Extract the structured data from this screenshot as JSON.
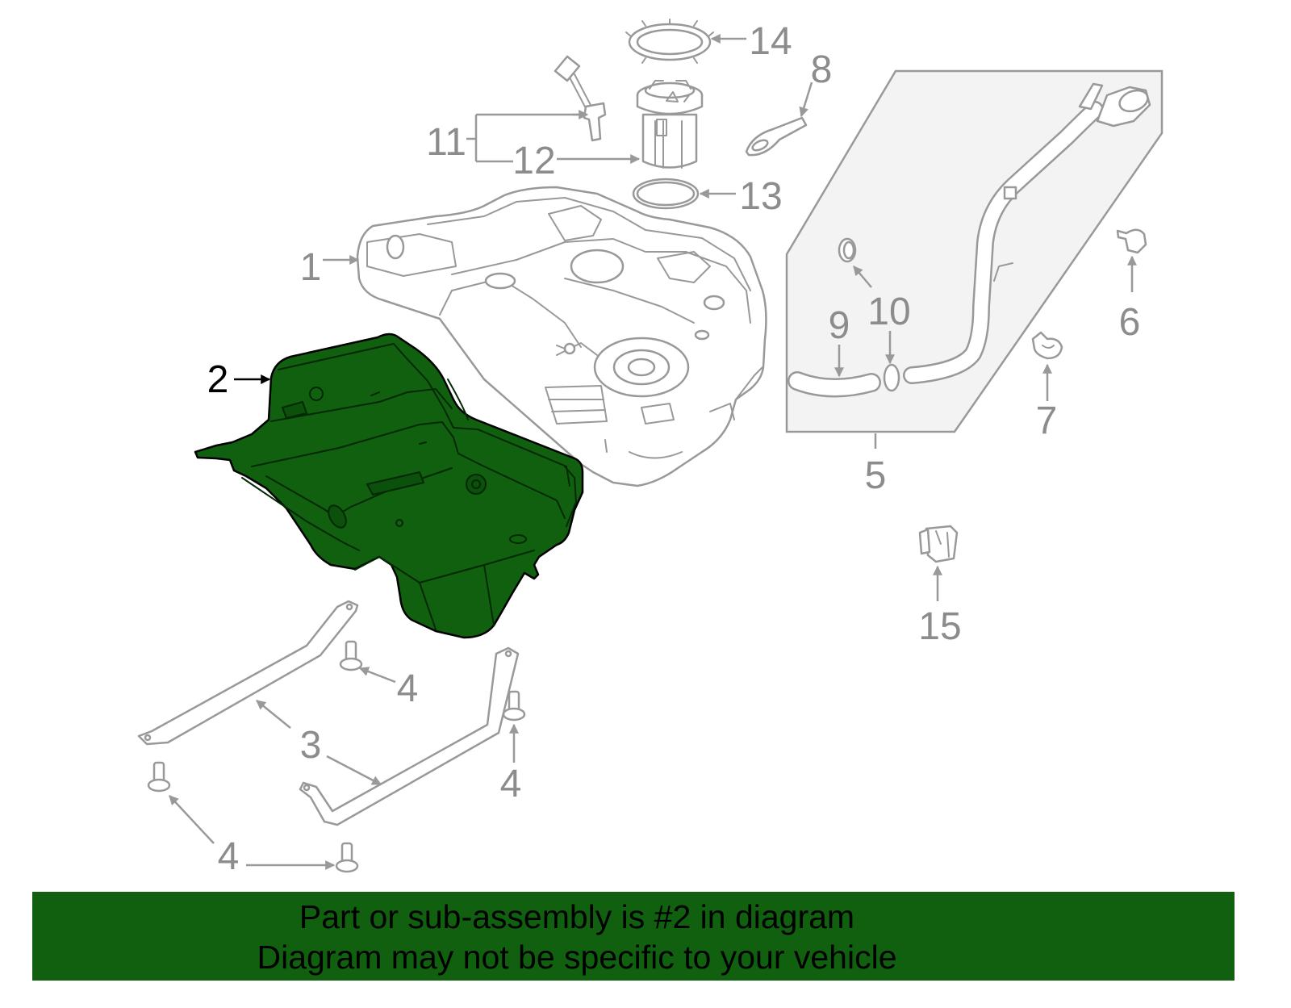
{
  "diagram": {
    "callouts": {
      "part_1": "1",
      "part_2": "2",
      "part_3": "3",
      "part_4_a": "4",
      "part_4_b": "4",
      "part_4_c": "4",
      "part_5": "5",
      "part_6": "6",
      "part_7": "7",
      "part_8": "8",
      "part_9": "9",
      "part_10": "10",
      "part_11": "11",
      "part_12": "12",
      "part_13": "13",
      "part_14": "14",
      "part_15": "15"
    }
  },
  "banner": {
    "line1": "Part or sub-assembly is #2 in diagram",
    "line2": "Diagram may not be specific to your vehicle"
  },
  "colors": {
    "highlight": "#106010",
    "banner": "#106010",
    "line": "#999999",
    "label": "#8c8c8c"
  }
}
